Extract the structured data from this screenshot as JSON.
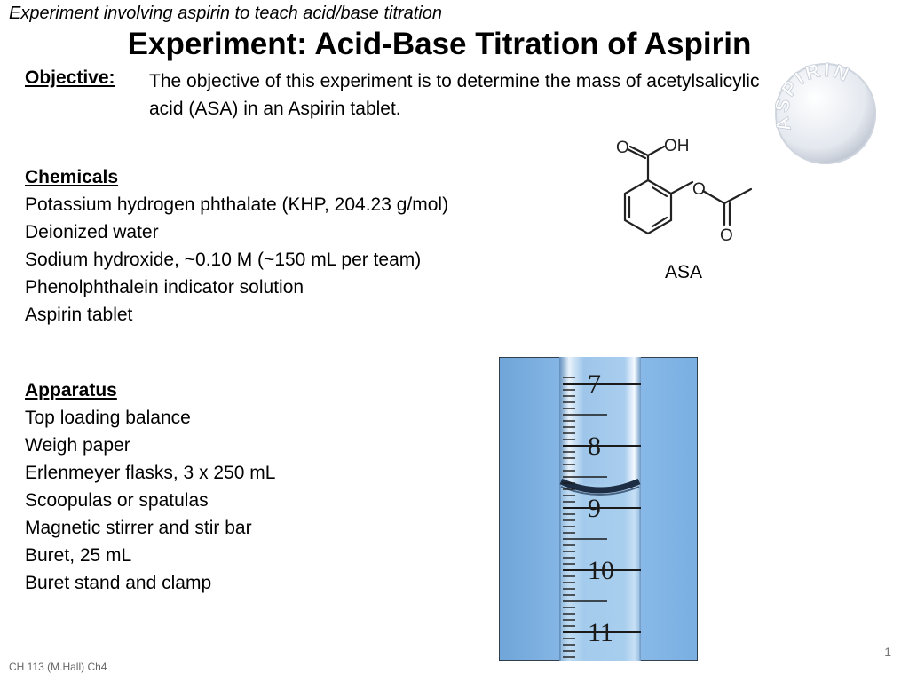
{
  "slide": {
    "subtitle": "Experiment involving aspirin to teach acid/base titration",
    "title": "Experiment: Acid-Base Titration of Aspirin",
    "objective": {
      "label": "Objective:",
      "line1": "The objective of this experiment is to determine the mass of acetylsalicylic",
      "line2": "acid (ASA) in an Aspirin tablet."
    },
    "chemicals": {
      "heading": "Chemicals",
      "items": [
        "Potassium hydrogen phthalate (KHP, 204.23 g/mol)",
        "Deionized water",
        "Sodium hydroxide, ~0.10 M (~150 mL per team)",
        "Phenolphthalein indicator solution",
        "Aspirin tablet"
      ]
    },
    "apparatus": {
      "heading": "Apparatus",
      "items": [
        "Top loading balance",
        "Weigh paper",
        "Erlenmeyer flasks, 3 x 250 mL",
        "Scoopulas or spatulas",
        "Magnetic stirrer and stir bar",
        "Buret, 25 mL",
        "Buret stand and clamp"
      ]
    },
    "molecule": {
      "label": "ASA",
      "atom_o": "O",
      "atom_oh": "OH"
    },
    "tablet_text": "ASPIRIN",
    "buret_marks": [
      "7",
      "8",
      "9",
      "10",
      "11"
    ],
    "page_number": "1",
    "footer": "CH 113 (M.Hall) Ch4",
    "colors": {
      "buret_background": "#8bb9e6",
      "tablet": "#eef1f6"
    }
  }
}
